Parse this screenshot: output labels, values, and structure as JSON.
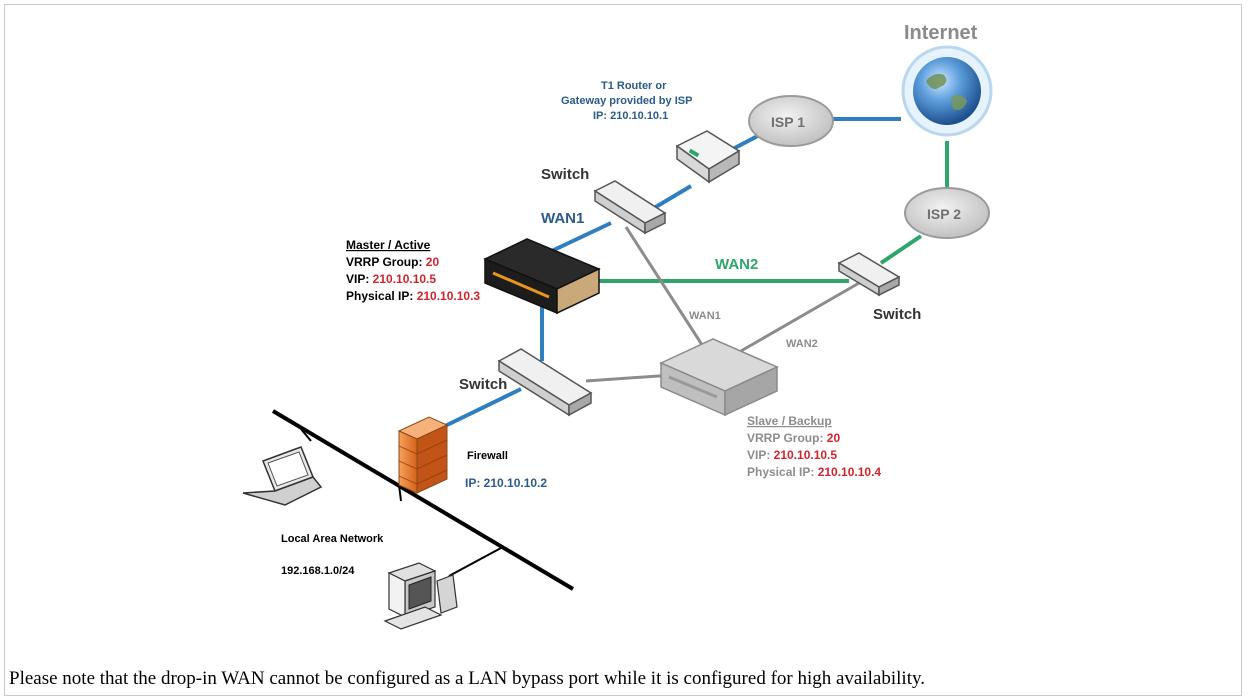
{
  "diagram": {
    "internet": "Internet",
    "isp1": "ISP 1",
    "isp2": "ISP 2",
    "router_label": [
      "T1 Router or",
      "Gateway provided by ISP",
      "IP: 210.10.10.1"
    ],
    "switch": "Switch",
    "wan1": "WAN1",
    "wan2": "WAN2",
    "master": {
      "title": "Master / Active",
      "vrrp_label": "VRRP Group: ",
      "vrrp_value": "20",
      "vip_label": "VIP: ",
      "vip_value": "210.10.10.5",
      "pip_label": "Physical IP: ",
      "pip_value": "210.10.10.3"
    },
    "slave": {
      "title": "Slave / Backup",
      "vrrp_label": "VRRP Group: ",
      "vrrp_value": "20",
      "vip_label": "VIP: ",
      "vip_value": "210.10.10.5",
      "pip_label": "Physical IP: ",
      "pip_value": "210.10.10.4"
    },
    "firewall": "Firewall",
    "firewall_ip": "IP: 210.10.10.2",
    "lan": "Local Area Network",
    "lan_subnet": "192.168.1.0/24",
    "colors": {
      "blue_link": "#2e7ec0",
      "green_link": "#2ea56b",
      "gray_link": "#8c8c8c",
      "label_blue": "#2b5b8a",
      "value_red": "#d0242b"
    }
  },
  "caption": "Please note that the drop-in WAN cannot be configured as a LAN bypass port while it is configured for high availability."
}
